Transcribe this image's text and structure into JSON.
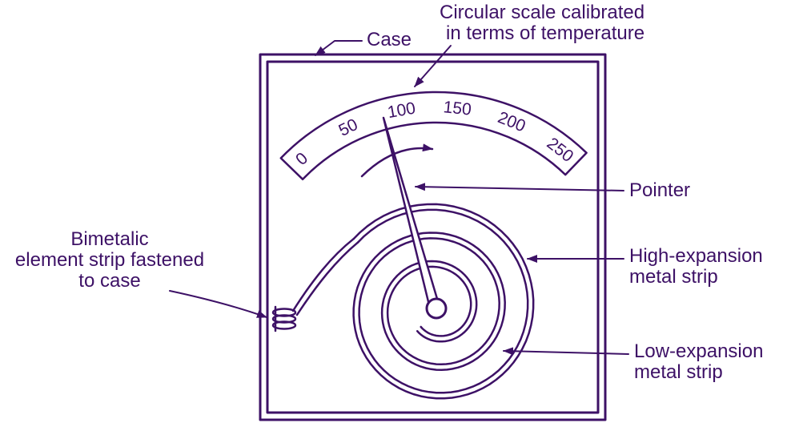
{
  "colors": {
    "ink": "#3d1166",
    "background": "#ffffff"
  },
  "labels": {
    "case": "Case",
    "scale_line1": "Circular scale calibrated",
    "scale_line2": "in terms of temperature",
    "pointer": "Pointer",
    "high_expansion_line1": "High-expansion",
    "high_expansion_line2": "metal strip",
    "low_expansion_line1": "Low-expansion",
    "low_expansion_line2": "metal strip",
    "bimetal_line1": "Bimetalic",
    "bimetal_line2": "element strip fastened",
    "bimetal_line3": "to case"
  },
  "scale": {
    "ticks": [
      "0",
      "50",
      "100",
      "150",
      "200",
      "250"
    ]
  }
}
